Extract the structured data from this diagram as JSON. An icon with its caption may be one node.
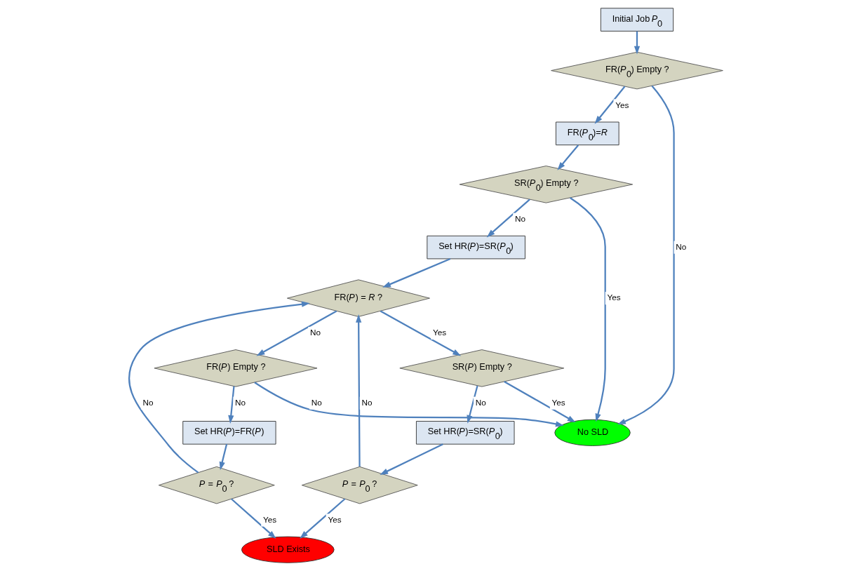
{
  "diagram": {
    "nodes": [
      {
        "text": [
          "Initial Job *P*$_{0}$"
        ]
      },
      {
        "text": [
          "FR(*P*$_{0}$) Empty ?"
        ]
      },
      {
        "text": [
          "FR(*P*$_{0}$)=*R*"
        ]
      },
      {
        "text": [
          "SR(*P*$_{0}$) Empty ?"
        ]
      },
      {
        "text": [
          "Set HR(*P*)=SR(*P*$_{0}$)"
        ]
      },
      {
        "text": [
          "FR(*P*) = *R* ?"
        ]
      },
      {
        "text": [
          "SR(*P*) Empty ?"
        ]
      },
      {
        "text": [
          "FR(*P*) Empty ?"
        ]
      },
      {
        "text": [
          "Set HR(*P*)=SR(*P*$_{0}$)"
        ]
      },
      {
        "text": [
          "Set HR(*P*)=FR(*P*)"
        ]
      },
      {
        "text": [
          "*P* = *P*$_{0}$ ?"
        ]
      },
      {
        "text": [
          "*P* = *P*$_{0}$ ?"
        ]
      },
      {
        "text": [
          "SLD Exists"
        ]
      },
      {
        "text": [
          "No SLD"
        ]
      }
    ],
    "edges": [
      {
        "from": 0,
        "to": 1,
        "arrow": "to"
      },
      {
        "from": 1,
        "to": 13,
        "arrow": "to",
        "label": "No"
      },
      {
        "from": 1,
        "to": 2,
        "arrow": "to",
        "label": "Yes"
      },
      {
        "from": 2,
        "to": 3,
        "arrow": "to"
      },
      {
        "from": 3,
        "to": 13,
        "arrow": "to",
        "label": "Yes"
      },
      {
        "from": 3,
        "to": 4,
        "arrow": "to",
        "label": "No"
      },
      {
        "from": 4,
        "to": 5,
        "arrow": "to"
      },
      {
        "from": 5,
        "to": 6,
        "arrow": "to",
        "label": "Yes"
      },
      {
        "from": 5,
        "to": 7,
        "arrow": "to",
        "label": "No"
      },
      {
        "from": 6,
        "to": 13,
        "arrow": "to",
        "label": "Yes"
      },
      {
        "from": 6,
        "to": 8,
        "arrow": "to",
        "label": "No"
      },
      {
        "from": 7,
        "to": 13,
        "arrow": "to",
        "label": "No"
      },
      {
        "from": 7,
        "to": 9,
        "arrow": "to",
        "label": "No"
      },
      {
        "from": 8,
        "to": 10,
        "arrow": "to"
      },
      {
        "from": 9,
        "to": 11,
        "arrow": "to"
      },
      {
        "from": 10,
        "to": 12,
        "arrow": "to",
        "label": "Yes"
      },
      {
        "from": 10,
        "to": 5,
        "arrow": "to",
        "label": "No"
      },
      {
        "from": 11,
        "to": 12,
        "arrow": "to",
        "label": "Yes"
      },
      {
        "from": 11,
        "to": 5,
        "arrow": "to",
        "label": "No"
      }
    ]
  }
}
